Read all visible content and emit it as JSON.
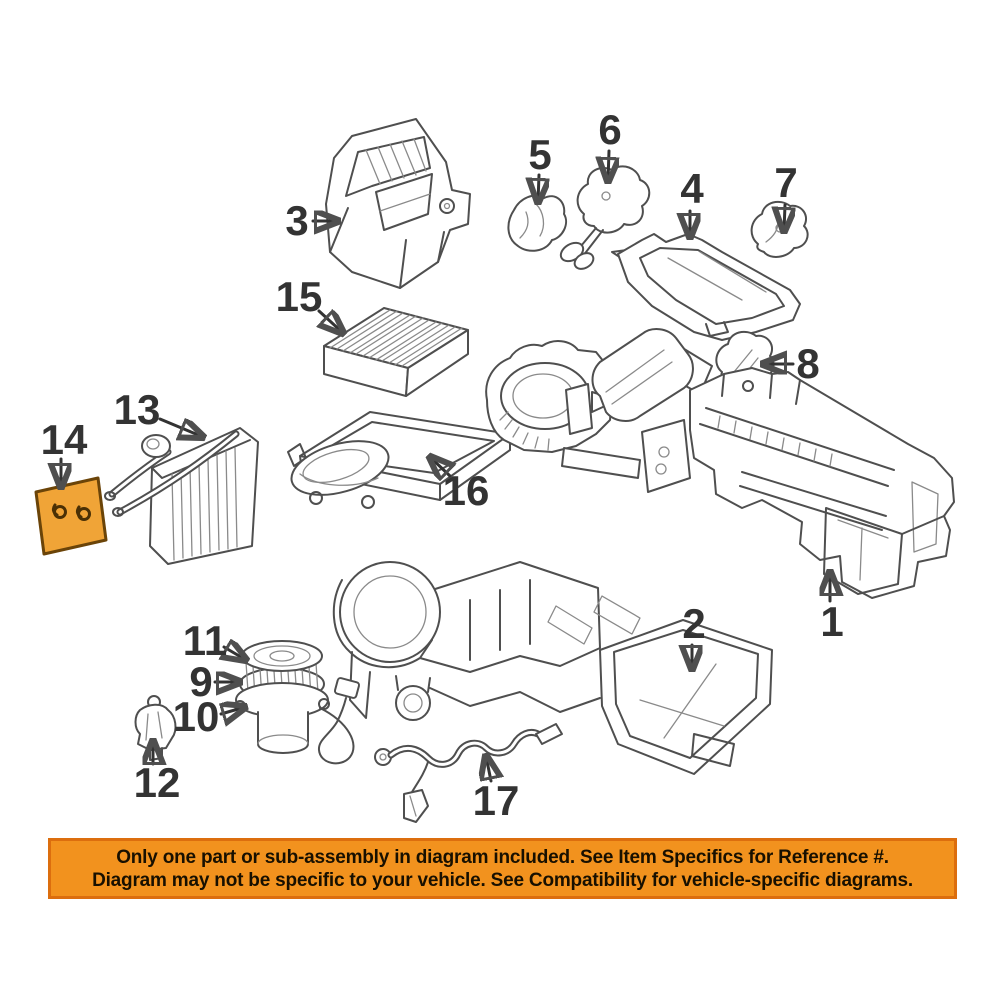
{
  "diagram": {
    "callout_labels": [
      "1",
      "2",
      "3",
      "4",
      "5",
      "6",
      "7",
      "8",
      "9",
      "10",
      "11",
      "12",
      "13",
      "14",
      "15",
      "16",
      "17"
    ],
    "highlighted_callout": "14",
    "highlight_color": "#F0A437",
    "line_color": "#4F4F4F"
  },
  "banner": {
    "line1": "Only one part or sub-assembly in diagram included. See Item Specifics for Reference #.",
    "line2": "Diagram may not be specific to your vehicle. See Compatibility for vehicle-specific diagrams.",
    "background_color": "#F2921E",
    "text_color": "#181000"
  }
}
